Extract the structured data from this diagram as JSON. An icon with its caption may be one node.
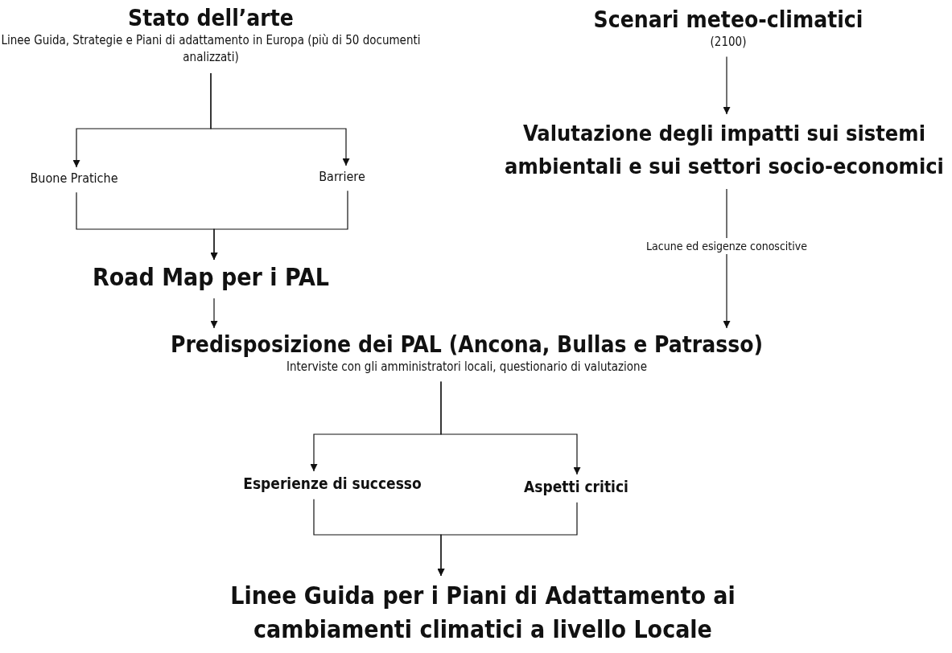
{
  "diagram": {
    "nodes": [
      {
        "text": [
          "Stato dell’arte",
          "Linee Guida, Strategie e Piani di adattamento in Europa (più di 50 documenti analizzati)"
        ]
      },
      {
        "text": [
          "Buone Pratiche"
        ]
      },
      {
        "text": [
          "Barriere"
        ]
      },
      {
        "text": [
          "Road Map per i PAL"
        ]
      },
      {
        "text": [
          "Scenari meteo-climatici",
          "(2100)"
        ]
      },
      {
        "text": [
          "Valutazione degli impatti sui sistemi ambientali e sui settori socio-economici"
        ]
      },
      {
        "text": [
          "Predisposizione dei PAL (Ancona, Bullas e Patrasso)",
          "Interviste con gli amministratori locali, questionario di valutazione"
        ]
      },
      {
        "text": [
          "Esperienze di successo"
        ]
      },
      {
        "text": [
          "Aspetti critici"
        ]
      },
      {
        "text": [
          "Linee Guida per i Piani di Adattamento ai cambiamenti climatici a livello Locale"
        ]
      }
    ],
    "edges": [
      {
        "from": 0,
        "to": 1,
        "arrow": "to"
      },
      {
        "from": 0,
        "to": 2,
        "arrow": "to"
      },
      {
        "from": 1,
        "to": 3,
        "arrow": "to"
      },
      {
        "from": 2,
        "to": 3,
        "arrow": "to"
      },
      {
        "from": 3,
        "to": 6,
        "arrow": "to"
      },
      {
        "from": 4,
        "to": 5,
        "arrow": "to"
      },
      {
        "from": 5,
        "to": 6,
        "arrow": "to",
        "label": "Lacune ed esigenze conoscitive"
      },
      {
        "from": 6,
        "to": 7,
        "arrow": "to"
      },
      {
        "from": 6,
        "to": 8,
        "arrow": "to"
      },
      {
        "from": 7,
        "to": 9,
        "arrow": "to"
      },
      {
        "from": 8,
        "to": 9,
        "arrow": "to"
      }
    ]
  }
}
